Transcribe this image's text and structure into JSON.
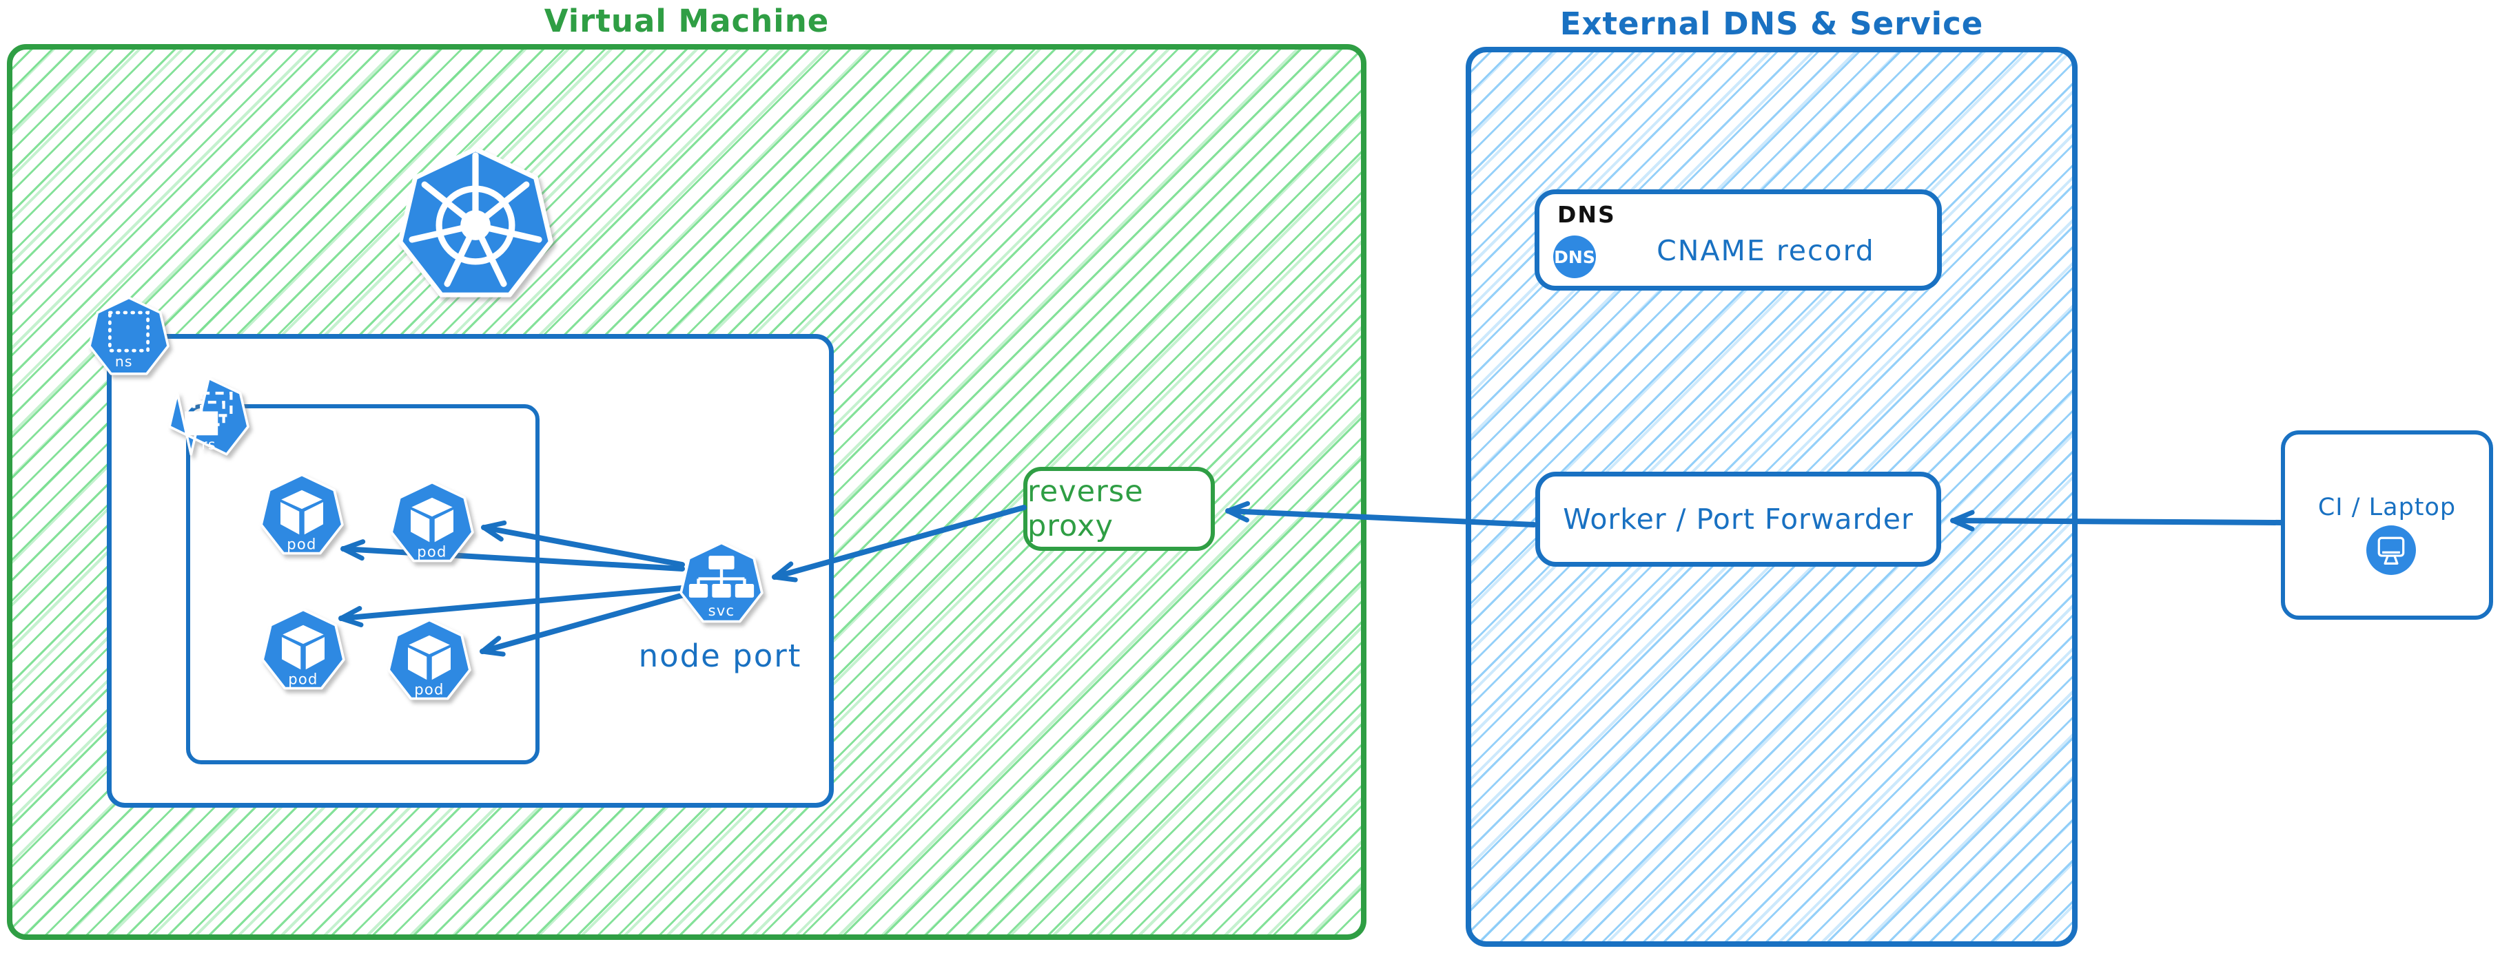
{
  "colors": {
    "green_stroke": "#2f9e44",
    "blue_stroke": "#1971c2",
    "icon_blue": "#2e89e2",
    "hatch_green": "#8ee6a5",
    "hatch_blue": "#9bd3f8",
    "dns_tag_black": "#111111"
  },
  "titles": {
    "vm": "Virtual Machine",
    "external": "External DNS & Service"
  },
  "vm": {
    "k8s": {
      "ns_label": "ns",
      "rs_label": "rs",
      "svc_label": "svc",
      "pod_label": "pod",
      "node_port_label": "node port"
    },
    "reverse_proxy_label": "reverse proxy"
  },
  "external": {
    "dns_box": {
      "tag": "DNS",
      "badge": "DNS",
      "label": "CNAME record"
    },
    "worker_label": "Worker / Port Forwarder"
  },
  "ci": {
    "label": "CI / Laptop"
  }
}
